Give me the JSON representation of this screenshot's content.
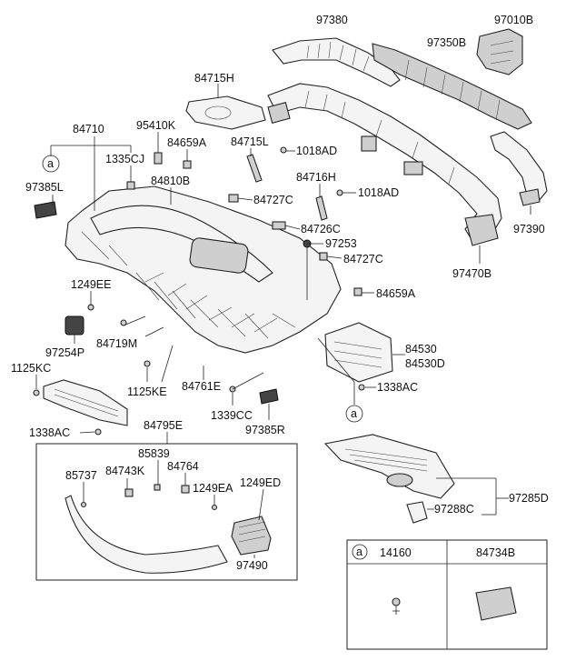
{
  "labels": {
    "p97380": "97380",
    "p97010B": "97010B",
    "p97350B": "97350B",
    "p84715H": "84715H",
    "p84710": "84710",
    "p95410K": "95410K",
    "p84659A_1": "84659A",
    "p84715L": "84715L",
    "p1018AD_1": "1018AD",
    "p1335CJ": "1335CJ",
    "p84810B": "84810B",
    "p97385L": "97385L",
    "p84716H": "84716H",
    "p1018AD_2": "1018AD",
    "p84727C_1": "84727C",
    "p97390": "97390",
    "p84726C": "84726C",
    "p97253": "97253",
    "p84727C_2": "84727C",
    "p97470B": "97470B",
    "p1249EE": "1249EE",
    "p84659A_2": "84659A",
    "p84719M": "84719M",
    "p97254P": "97254P",
    "p84530": "84530",
    "p84530D": "84530D",
    "p1125KC": "1125KC",
    "p1125KE": "1125KE",
    "p84761E": "84761E",
    "p1338AC_1": "1338AC",
    "p1339CC": "1339CC",
    "p97385R": "97385R",
    "p1338AC_2": "1338AC",
    "p84795E": "84795E",
    "p85839": "85839",
    "p85737": "85737",
    "p84743K": "84743K",
    "p84764": "84764",
    "p1249EA": "1249EA",
    "p1249ED": "1249ED",
    "p97490": "97490",
    "p97285D": "97285D",
    "p97288C": "97288C"
  },
  "callouts": {
    "top": "a",
    "bottom": "a",
    "legend": "a"
  },
  "legend": {
    "col1": "14160",
    "col2": "84734B"
  },
  "colors": {
    "line": "#222222",
    "part_fill": "#f4f4f4",
    "part_dark": "#444444"
  }
}
